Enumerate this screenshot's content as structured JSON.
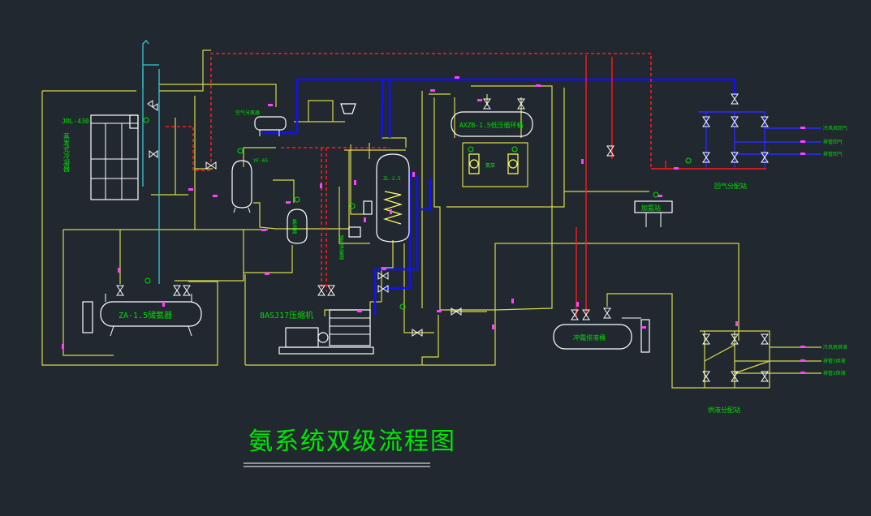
{
  "title": "氨系统双级流程图",
  "labels": {
    "condenser_code": "JRL-430",
    "condenser_name": "蒸发式冷凝器",
    "receiver": "ZA-1.5储氨器",
    "compressor": "8ASJ17压缩机",
    "low_pressure_barrel": "AXZB-1.5低压循环桶",
    "drain_barrel": "冲霜排液桶",
    "gas_station": "回气分配站",
    "ammonia_station": "加氨站",
    "liquid_station": "供液分配站",
    "intercooler": "ZL-2.5",
    "oil_separator": "YF-65",
    "air_separator": "空气分离器",
    "gas_out_1": "冷风机回气",
    "gas_out_2": "排管回气",
    "gas_out_3": "排管回气",
    "liquid_out_1": "冷风机供液",
    "liquid_out_2": "排管1供液",
    "liquid_out_3": "排管2供液",
    "oil_collector": "集油器",
    "emergency": "紧急泄氨器",
    "ammonia_pump": "氨泵"
  },
  "colors": {
    "background": "#212830",
    "high_pressure_liquid": "#d8d84a",
    "low_pressure_return": "#1010ff",
    "hot_gas_defrost": "#ff1a1a",
    "cooling_water": "#34c8d8",
    "labels": "#00e000",
    "valve_marks": "#ff40ff"
  }
}
